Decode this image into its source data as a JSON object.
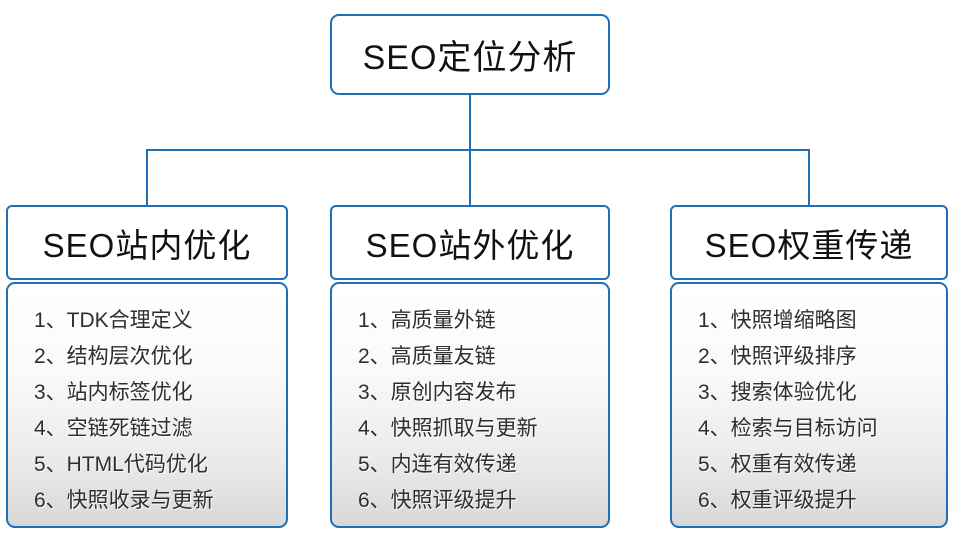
{
  "diagram": {
    "root_label": "SEO定位分析",
    "branches": [
      {
        "header": "SEO站内优化",
        "items": [
          "1、TDK合理定义",
          "2、结构层次优化",
          "3、站内标签优化",
          "4、空链死链过滤",
          "5、HTML代码优化",
          "6、快照收录与更新"
        ]
      },
      {
        "header": "SEO站外优化",
        "items": [
          "1、高质量外链",
          "2、高质量友链",
          "3、原创内容发布",
          "4、快照抓取与更新",
          "5、内连有效传递",
          "6、快照评级提升"
        ]
      },
      {
        "header": "SEO权重传递",
        "items": [
          "1、快照增缩略图",
          "2、快照评级排序",
          "3、搜索体验优化",
          "4、检索与目标访问",
          "5、权重有效传递",
          "6、权重评级提升"
        ]
      }
    ],
    "colors": {
      "accent_blue": "#1e6fb8",
      "panel_gradient_top": "#ffffff",
      "panel_gradient_bottom": "#d8d8d8",
      "header_text": "#111111",
      "item_text": "#2e2e2e",
      "background": "#ffffff"
    }
  }
}
